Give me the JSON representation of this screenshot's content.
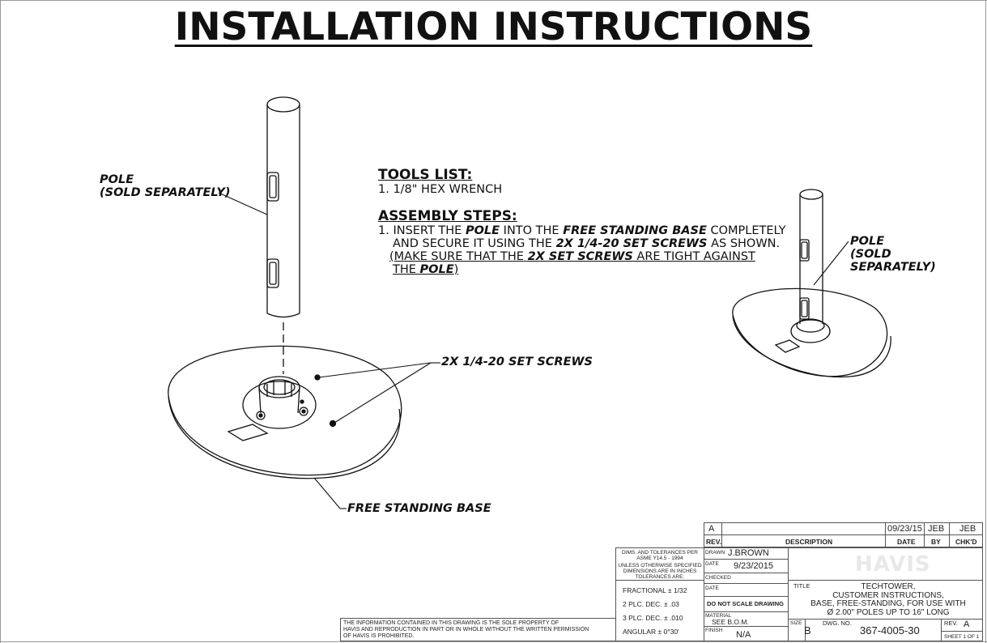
{
  "page": {
    "title": "INSTALLATION INSTRUCTIONS"
  },
  "callouts": {
    "pole_left_1": "POLE",
    "pole_left_2": "(SOLD SEPARATELY)",
    "set_screws": "2X 1/4-20 SET SCREWS",
    "free_standing_base": "FREE STANDING BASE",
    "pole_right_1": "POLE",
    "pole_right_2": "(SOLD",
    "pole_right_3": "SEPARATELY)"
  },
  "notes": {
    "tools_heading": "TOOLS LIST:",
    "tools_item": "1. 1/8\" HEX WRENCH",
    "assembly_heading": "ASSEMBLY STEPS:",
    "step_prefix": "1. INSERT THE ",
    "step_pole": "POLE",
    "step_into": " INTO THE ",
    "step_base": "FREE STANDING BASE",
    "step_completely": " COMPLETELY",
    "step_line2_a": "AND SECURE IT USING THE ",
    "step_line2_screws": "2X 1/4-20 SET SCREWS",
    "step_line2_b": " AS SHOWN.",
    "step_line3_a": "(MAKE SURE THAT THE ",
    "step_line3_screws": "2X SET SCREWS",
    "step_line3_b": " ARE TIGHT AGAINST",
    "step_line4_a": "THE ",
    "step_line4_pole": "POLE",
    "step_line4_b": ")"
  },
  "title_block": {
    "rev_row": {
      "rev": "A",
      "description": "",
      "date": "09/23/15",
      "by": "JEB",
      "chkd": "JEB"
    },
    "rev_headers": {
      "rev": "REV.",
      "description": "DESCRIPTION",
      "date": "DATE",
      "by": "BY",
      "chkd": "CHK'D"
    },
    "tolerances": {
      "line1": "DIMS. AND TOLERANCES PER",
      "line2": "ASME Y14.5 - 1994",
      "line3": "UNLESS OTHERWISE SPECIFIED",
      "line4": "DIMENSIONS ARE IN INCHES",
      "line5": "TOLERANCES ARE:",
      "fractional": "FRACTIONAL ±  1/32",
      "two_plc": "2 PLC. DEC.    ±  .03",
      "three_plc": "3 PLC. DEC.    ±  .010",
      "angular": "ANGULAR       ±  0°30'"
    },
    "drawn_label": "DRAWN",
    "drawn_value": "J.BROWN",
    "date_label": "DATE",
    "date_value": "9/23/2015",
    "checked_label": "CHECKED",
    "date2_label": "DATE",
    "do_not_scale": "DO NOT SCALE DRAWING",
    "material_label": "MATERIAL",
    "material_value": "SEE B.O.M.",
    "finish_label": "FINISH",
    "finish_value": "N/A",
    "logo": "HAVIS",
    "title_label": "TITLE",
    "title_line1": "TECHTOWER,",
    "title_line2": "CUSTOMER INSTRUCTIONS,",
    "title_line3": "BASE, FREE-STANDING, FOR USE WITH",
    "title_line4": "Ø 2.00\" POLES UP TO 16\" LONG",
    "size_label": "SIZE",
    "size_value": "B",
    "dwg_label": "DWG. NO.",
    "dwg_value": "367-4005-30",
    "rev_label": "REV.",
    "rev_value": "A",
    "sheet": "SHEET 1 OF 1",
    "proprietary_1": "THE INFORMATION CONTAINED IN THIS DRAWING IS THE SOLE PROPERTY OF",
    "proprietary_2": "HAVIS AND REPRODUCTION IN PART OR IN WHOLE WITHOUT THE WRITTEN PERMISSION",
    "proprietary_3": "OF HAVIS IS PROHIBITED."
  }
}
